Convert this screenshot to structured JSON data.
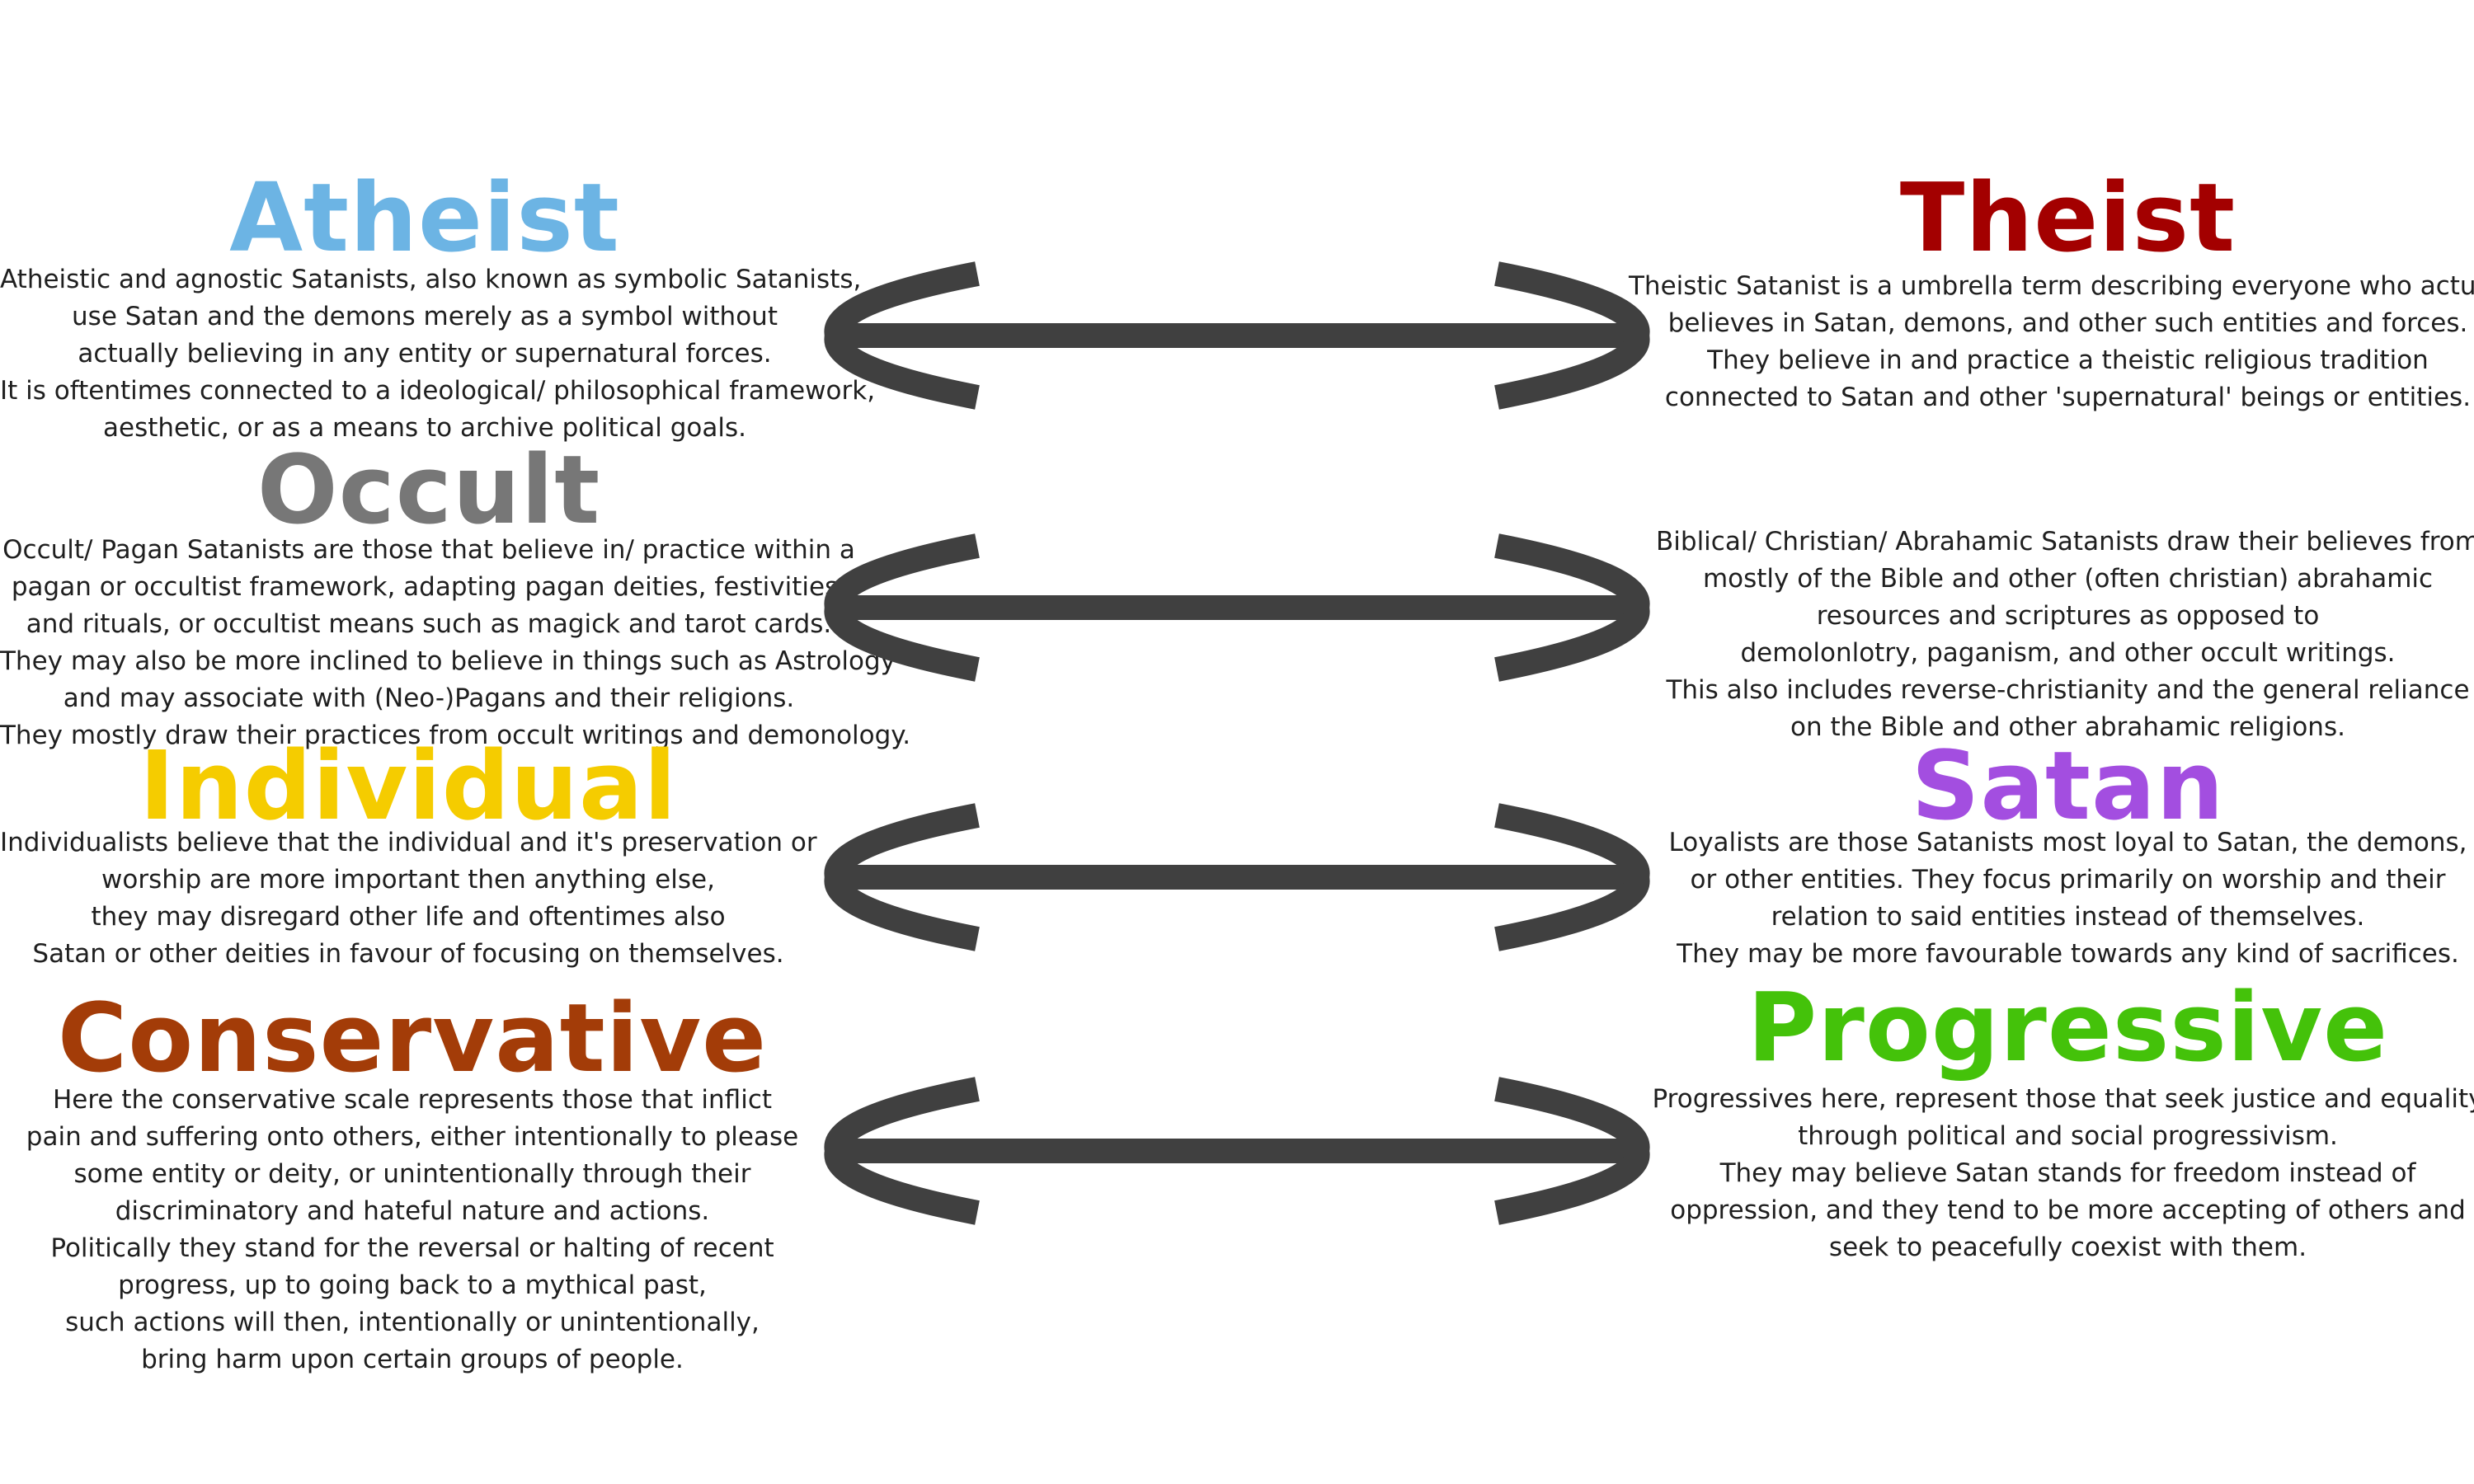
{
  "rows": [
    {
      "left": {
        "title": "Atheist",
        "color": "#6cb4e4",
        "lines": [
          "Atheistic and agnostic Satanists, also known as symbolic Satanists,",
          "use Satan and the demons merely as a symbol without",
          "actually believing in any entity or supernatural forces.",
          "It is oftentimes connected to a ideological/ philosophical framework,",
          "aesthetic, or as a means to archive political goals."
        ]
      },
      "right": {
        "title": "Theist",
        "color": "#a30000",
        "lines": [
          "Theistic Satanist is a umbrella term describing everyone who actually",
          "believes in Satan, demons, and other such entities and forces.",
          "They believe in and practice a theistic religious tradition",
          "connected to Satan and other 'supernatural' beings or entities."
        ]
      }
    },
    {
      "left": {
        "title": "Occult",
        "color": "#777777",
        "lines": [
          "Occult/ Pagan Satanists are those that believe in/ practice within a",
          "pagan or occultist framework, adapting pagan deities, festivities,",
          "and rituals, or occultist means such as magick and tarot cards.",
          "They may also be more inclined to believe in things such as Astrology",
          "and may associate with (Neo-)Pagans and their religions.",
          "They mostly draw their practices from occult writings and demonology."
        ]
      },
      "right": {
        "title": "",
        "color": "#000000",
        "lines": [
          "Biblical/ Christian/ Abrahamic Satanists draw their believes from",
          "mostly of the Bible and other (often christian) abrahamic",
          "resources and scriptures as opposed to",
          "demolonlotry, paganism, and other occult writings.",
          "This also includes reverse-christianity and the general reliance",
          "on the Bible and other abrahamic religions."
        ]
      }
    },
    {
      "left": {
        "title": "Individual",
        "color": "#f5cc00",
        "lines": [
          "Individualists believe that the individual and it's preservation or",
          "worship are more important then anything else,",
          "they may disregard other life and oftentimes also",
          "Satan or other deities in favour of focusing on themselves."
        ]
      },
      "right": {
        "title": "Satan",
        "color": "#a34ee0",
        "lines": [
          "Loyalists are those Satanists most loyal to Satan, the demons,",
          "or other entities. They focus primarily on worship and their",
          "relation to said entities instead of themselves.",
          "They may be more favourable towards any kind of sacrifices."
        ]
      }
    },
    {
      "left": {
        "title": "Conservative",
        "color": "#a33c08",
        "lines": [
          "Here the conservative scale represents those that inflict",
          "pain and suffering onto others, either intentionally to please",
          "some entity or deity, or unintentionally through their",
          "discriminatory and hateful nature and actions.",
          "Politically they stand for the reversal or halting of recent",
          "progress, up to going back to a mythical past,",
          "such actions will then, intentionally or unintentionally,",
          "bring harm upon certain groups of people."
        ]
      },
      "right": {
        "title": "Progressive",
        "color": "#44c20a",
        "lines": [
          "Progressives here, represent those that seek justice and equality",
          "through political and social progressivism.",
          "They may believe Satan stands for freedom instead of",
          "oppression, and they tend to be more accepting of others and",
          "seek to peacefully coexist with them."
        ]
      }
    }
  ]
}
